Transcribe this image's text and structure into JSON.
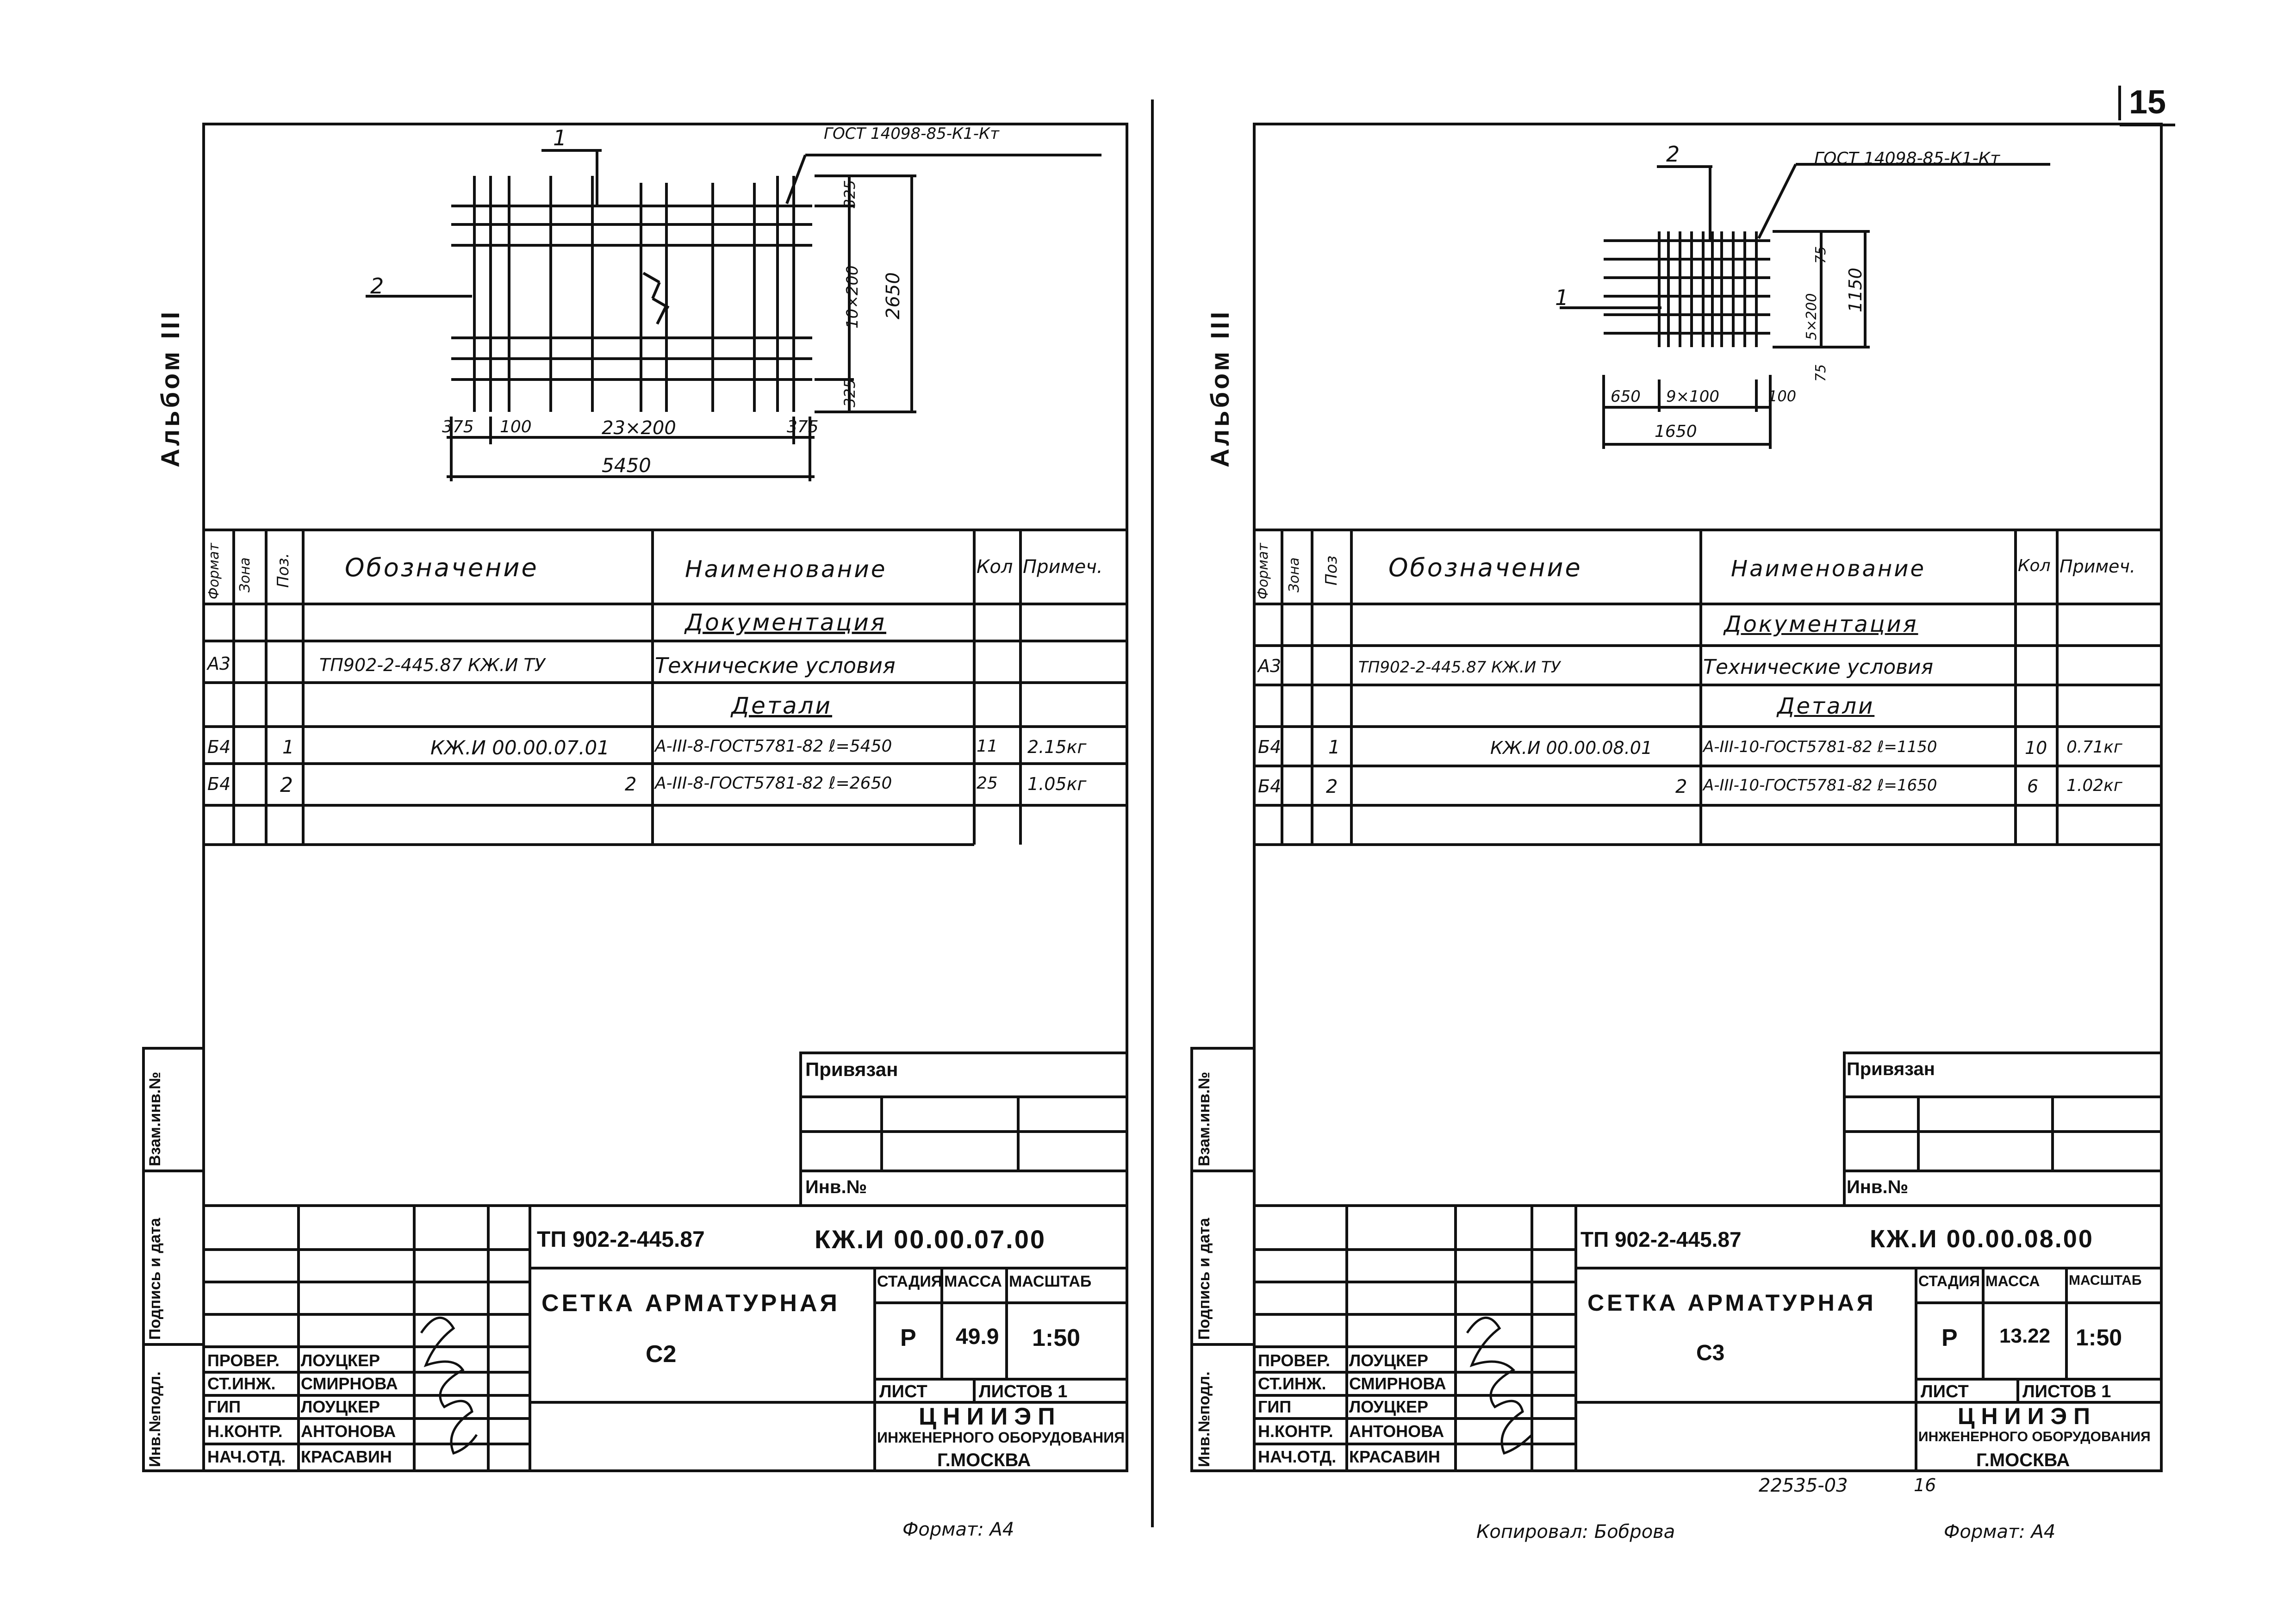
{
  "page_number": "15",
  "left": {
    "album": "Альбом III",
    "gost_note": "ГОСТ 14098-85-К1-Кт",
    "drawing": {
      "pos1": "1",
      "pos2": "2",
      "dim_bottom_left": "375",
      "dim_100": "100",
      "dim_spacing": "23×200",
      "dim_bottom_right": "375",
      "dim_total_len": "5450",
      "dim_top": "325",
      "dim_mid": "10×200",
      "dim_bottom": "325",
      "dim_total_h": "2650"
    },
    "table_headers": {
      "format": "Формат",
      "zone": "Зона",
      "pos": "Поз.",
      "designation": "Обозначение",
      "name": "Наименование",
      "qty": "Кол",
      "note": "Примеч."
    },
    "section_docs": "Документация",
    "section_details": "Детали",
    "rows": [
      {
        "format": "А3",
        "pos": "",
        "designation": "ТП902-2-445.87 КЖ.И ТУ",
        "name": "Технические условия",
        "qty": "",
        "note": ""
      },
      {
        "format": "Б4",
        "pos": "1",
        "designation": "КЖ.И 00.00.07.01",
        "name": "А-III-8-ГОСТ5781-82 ℓ=5450",
        "qty": "11",
        "note": "2.15кг"
      },
      {
        "format": "Б4",
        "pos": "2",
        "designation": "2",
        "name": "А-III-8-ГОСТ5781-82 ℓ=2650",
        "qty": "25",
        "note": "1.05кг"
      }
    ],
    "side_labels": [
      "Инв.№подл.",
      "Подпись и дата",
      "Взам.инв.№"
    ],
    "privyazan": "Привязан",
    "inv_no": "Инв.№",
    "project_code": "ТП 902-2-445.87",
    "doc_code": "КЖ.И 00.00.07.00",
    "title1": "Сетка арматурная",
    "title2": "С2",
    "stage_label": "Стадия",
    "mass_label": "Масса",
    "scale_label": "Масштаб",
    "stage": "Р",
    "mass": "49.9",
    "scale": "1:50",
    "sheet_label": "Лист",
    "sheets_label": "Листов 1",
    "org1": "ЦНИИЭП",
    "org2": "инженерного оборудования",
    "org3": "г.Москва",
    "roles": [
      "Провер.",
      "Ст.инж.",
      "ГИП",
      "Н.контр.",
      "Нач.отд."
    ],
    "names": [
      "Лоуцкер",
      "Смирнова",
      "Лоуцкер",
      "Антонова",
      "Красавин"
    ],
    "format_note": "Формат: А4"
  },
  "right": {
    "album": "Альбом III",
    "gost_note": "ГОСТ 14098-85-К1-Кт",
    "drawing": {
      "pos1": "1",
      "pos2": "2",
      "dim_left": "650",
      "dim_spacing": "9×100",
      "dim_right": "100",
      "dim_total_len": "1650",
      "dim_top": "75",
      "dim_mid": "5×200",
      "dim_bottom": "75",
      "dim_total_h": "1150"
    },
    "table_headers": {
      "format": "Формат",
      "zone": "Зона",
      "pos": "Поз",
      "designation": "Обозначение",
      "name": "Наименование",
      "qty": "Кол",
      "note": "Примеч."
    },
    "section_docs": "Документация",
    "section_details": "Детали",
    "rows": [
      {
        "format": "А3",
        "pos": "",
        "designation": "ТП902-2-445.87 КЖ.И ТУ",
        "name": "Технические условия",
        "qty": "",
        "note": ""
      },
      {
        "format": "Б4",
        "pos": "1",
        "designation": "КЖ.И 00.00.08.01",
        "name": "А-III-10-ГОСТ5781-82 ℓ=1150",
        "qty": "10",
        "note": "0.71кг"
      },
      {
        "format": "Б4",
        "pos": "2",
        "designation": "2",
        "name": "А-III-10-ГОСТ5781-82 ℓ=1650",
        "qty": "6",
        "note": "1.02кг"
      }
    ],
    "side_labels": [
      "Инв.№подл.",
      "Подпись и дата",
      "Взам.инв.№"
    ],
    "privyazan": "Привязан",
    "inv_no": "Инв.№",
    "project_code": "ТП 902-2-445.87",
    "doc_code": "КЖ.И 00.00.08.00",
    "title1": "Сетка арматурная",
    "title2": "С3",
    "stage_label": "Стадия",
    "mass_label": "Масса",
    "scale_label": "Масштаб",
    "stage": "Р",
    "mass": "13.22",
    "scale": "1:50",
    "sheet_label": "Лист",
    "sheets_label": "Листов 1",
    "org1": "ЦНИИЭП",
    "org2": "инженерного оборудования",
    "org3": "г.Москва",
    "roles": [
      "Провер.",
      "Ст.инж.",
      "ГИП",
      "Н.контр.",
      "Нач.отд."
    ],
    "names": [
      "Лоуцкер",
      "Смирнова",
      "Лоуцкер",
      "Антонова",
      "Красавин"
    ],
    "format_note": "Формат: А4"
  },
  "copied_by": "Копировал: Боброва",
  "archive_no": "22535-03",
  "archive_sheet": "16"
}
